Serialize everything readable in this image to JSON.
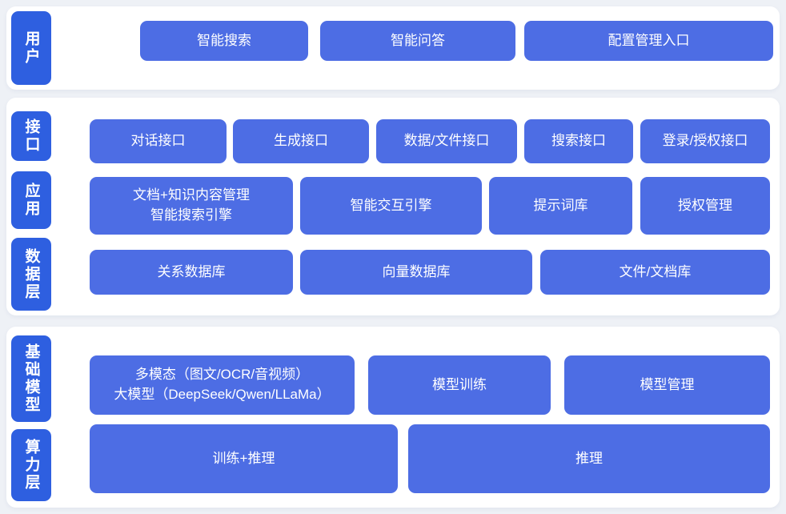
{
  "colors": {
    "page_bg": "#eef1f6",
    "card_bg": "#ffffff",
    "layer_label_bg": "#2e5fe0",
    "node_bg": "#4d6de4",
    "text": "#ffffff"
  },
  "layers": {
    "user": "用户",
    "interface": "接口",
    "application": "应用",
    "data": "数据层",
    "base_model": "基础模型",
    "compute": "算力层"
  },
  "nodes": {
    "smart_search": "智能搜索",
    "smart_qa": "智能问答",
    "config_entry": "配置管理入口",
    "dialog_api": "对话接口",
    "generate_api": "生成接口",
    "data_file_api": "数据/文件接口",
    "search_api": "搜索接口",
    "login_auth_api": "登录/授权接口",
    "doc_knowledge_engine": "文档+知识内容管理\n智能搜索引擎",
    "interactive_engine": "智能交互引擎",
    "prompt_library": "提示词库",
    "auth_management": "授权管理",
    "relational_db": "关系数据库",
    "vector_db": "向量数据库",
    "file_doc_library": "文件/文档库",
    "multimodal_llm": "多模态（图文/OCR/音视频）\n大模型（DeepSeek/Qwen/LLaMa）",
    "model_training": "模型训练",
    "model_management": "模型管理",
    "training_inference": "训练+推理",
    "inference": "推理"
  }
}
